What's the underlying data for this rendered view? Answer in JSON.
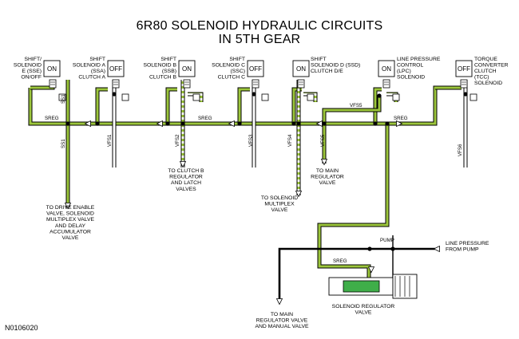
{
  "title": {
    "line1": "6R80 SOLENOID HYDRAULIC CIRCUITS",
    "line2": "IN 5TH GEAR"
  },
  "figure_code": "N0106020",
  "colors": {
    "pressurized": "#9cc63b",
    "exhaust": "#ffffff",
    "outline": "#000000",
    "regulator_body": "#3fae49"
  },
  "solenoids": [
    {
      "id": "sse",
      "lines": [
        "SHIFT/",
        "SOLENOID",
        "E (SSE)",
        "ON/OFF"
      ],
      "state": "ON"
    },
    {
      "id": "ssa",
      "lines": [
        "SHIFT",
        "SOLENOID A",
        "(SSA)",
        "CLUTCH A"
      ],
      "state": "OFF"
    },
    {
      "id": "ssb",
      "lines": [
        "SHIFT",
        "SOLENOID B",
        "(SSB)",
        "CLUTCH B"
      ],
      "state": "ON"
    },
    {
      "id": "ssc",
      "lines": [
        "SHIFT",
        "SOLENOID C",
        "(SSC)",
        "CLUTCH C"
      ],
      "state": "OFF"
    },
    {
      "id": "ssd",
      "lines": [
        "SHIFT",
        "SOLENOID D (SSD)",
        "CLUTCH D/E"
      ],
      "state": "ON"
    },
    {
      "id": "lpc",
      "lines": [
        "LINE PRESSURE",
        "CONTROL",
        "(LPC)",
        "SOLENOID"
      ],
      "state": "ON"
    },
    {
      "id": "tcc",
      "lines": [
        "TORQUE",
        "CONVERTER",
        "CLUTCH",
        "(TCC)",
        "SOLENOID"
      ],
      "state": "OFF"
    }
  ],
  "circuit_labels": {
    "ss1_top": "SS1",
    "ss1_mid": "SS1",
    "sreg_left": "SREG",
    "sreg_mid": "SREG",
    "sreg_right": "SREG",
    "vfs1": "VFS1",
    "vfs2": "VFS2",
    "vfs3": "VFS3",
    "vfs4": "VFS4",
    "vfs5": "VFS5",
    "vfs5_top": "VFS5",
    "vfs6": "VFS6",
    "pump": "PUMP",
    "sreg_bottom": "SREG"
  },
  "callouts": {
    "drive_enable": [
      "TO DRIVE ENABLE",
      "VALVE, SOLENOID",
      "MULTIPLEX VALVE",
      "AND DELAY",
      "ACCUMULATOR",
      "VALVE"
    ],
    "clutch_b": [
      "TO CLUTCH B",
      "REGULATOR",
      "AND LATCH",
      "VALVES"
    ],
    "solenoid_multiplex": [
      "TO SOLENOID",
      "MULTIPLEX",
      "VALVE"
    ],
    "main_regulator_1": [
      "TO MAIN",
      "REGULATOR",
      "VALVE"
    ],
    "line_pressure": [
      "LINE PRESSURE",
      "FROM PUMP"
    ],
    "main_regulator_2": [
      "TO MAIN",
      "REGULATOR VALVE",
      "AND MANUAL VALVE"
    ],
    "solenoid_regulator": [
      "SOLENOID REGULATOR",
      "VALVE"
    ]
  }
}
